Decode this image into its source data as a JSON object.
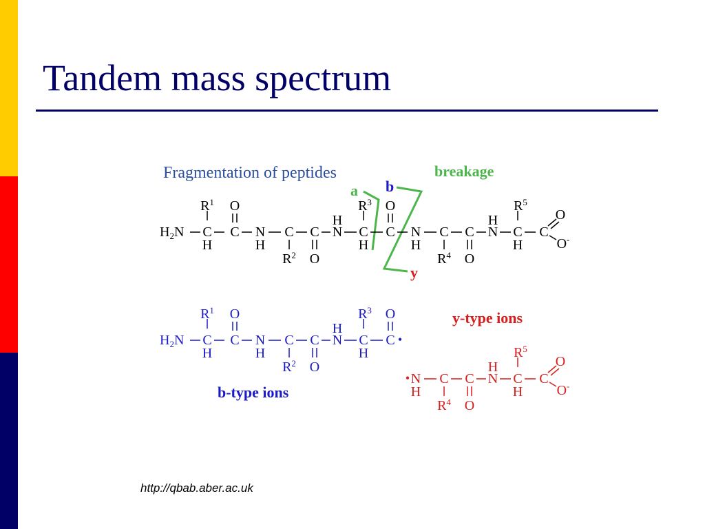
{
  "slide": {
    "title": "Tandem mass spectrum",
    "source_url": "http://qbab.aber.ac.uk"
  },
  "colors": {
    "title": "#000066",
    "bar_yellow": "#FFCC00",
    "bar_red": "#FF0000",
    "bar_navy": "#000066",
    "heading_blue": "#2B4F9E",
    "breakage_green": "#4CB54C",
    "b_ions_blue": "#1A1AC8",
    "y_ions_red": "#D81E1E",
    "chem_black": "#000000"
  },
  "diagram": {
    "heading": "Fragmentation of peptides",
    "breakage_label": "breakage",
    "label_a": "a",
    "label_b": "b",
    "label_y": "y",
    "b_ions_label": "b-type ions",
    "y_ions_label": "y-type ions",
    "chem": {
      "h2": "H",
      "sub2": "2",
      "n": "N",
      "c": "C",
      "h": "H",
      "o": "O",
      "r": "R",
      "r1": "1",
      "r2": "2",
      "r3": "3",
      "r4": "4",
      "r5": "5",
      "minus": "-",
      "dot": "•"
    }
  }
}
